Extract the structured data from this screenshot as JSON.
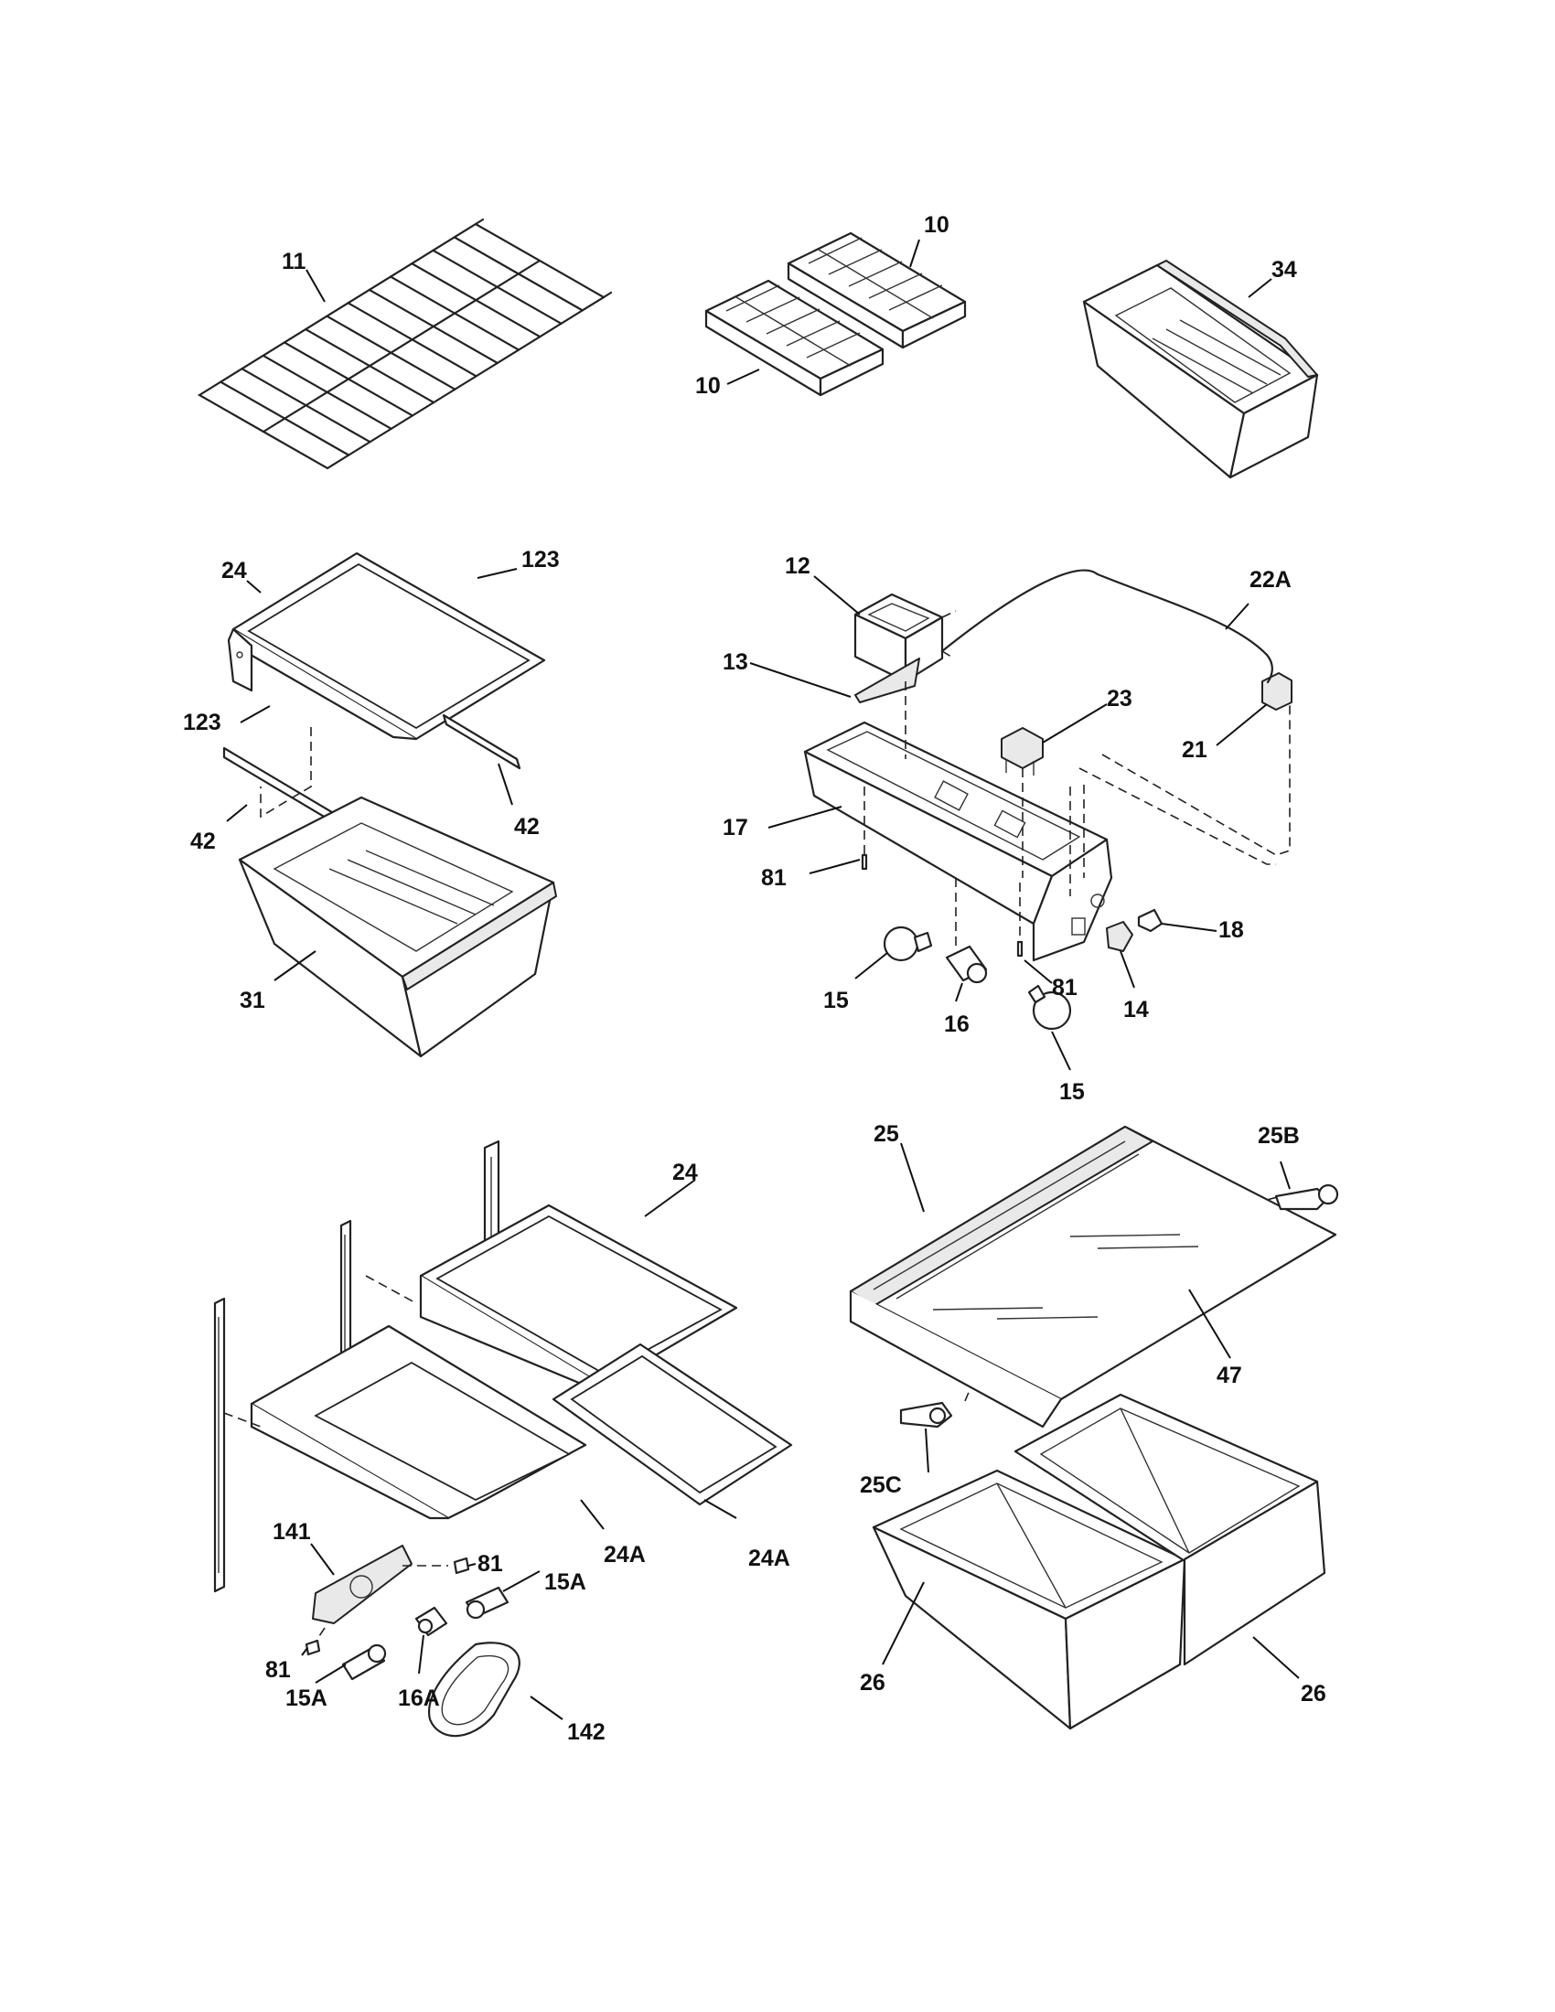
{
  "callouts": {
    "c11": "11",
    "c10a": "10",
    "c10b": "10",
    "c34": "34",
    "c24a": "24",
    "c123a": "123",
    "c123b": "123",
    "c42a": "42",
    "c42b": "42",
    "c31": "31",
    "c12": "12",
    "c22A": "22A",
    "c13": "13",
    "c23": "23",
    "c21": "21",
    "c17": "17",
    "c81a": "81",
    "c81b": "81",
    "c18": "18",
    "c15a": "15",
    "c16": "16",
    "c14": "14",
    "c15b": "15",
    "c25": "25",
    "c25B": "25B",
    "c24b": "24",
    "c47": "47",
    "c25C": "25C",
    "c141": "141",
    "c81c": "81",
    "c24Aa": "24A",
    "c24Ab": "24A",
    "c15Aa": "15A",
    "c81d": "81",
    "c15Ab": "15A",
    "c16A": "16A",
    "c142": "142",
    "c26a": "26",
    "c26b": "26"
  }
}
